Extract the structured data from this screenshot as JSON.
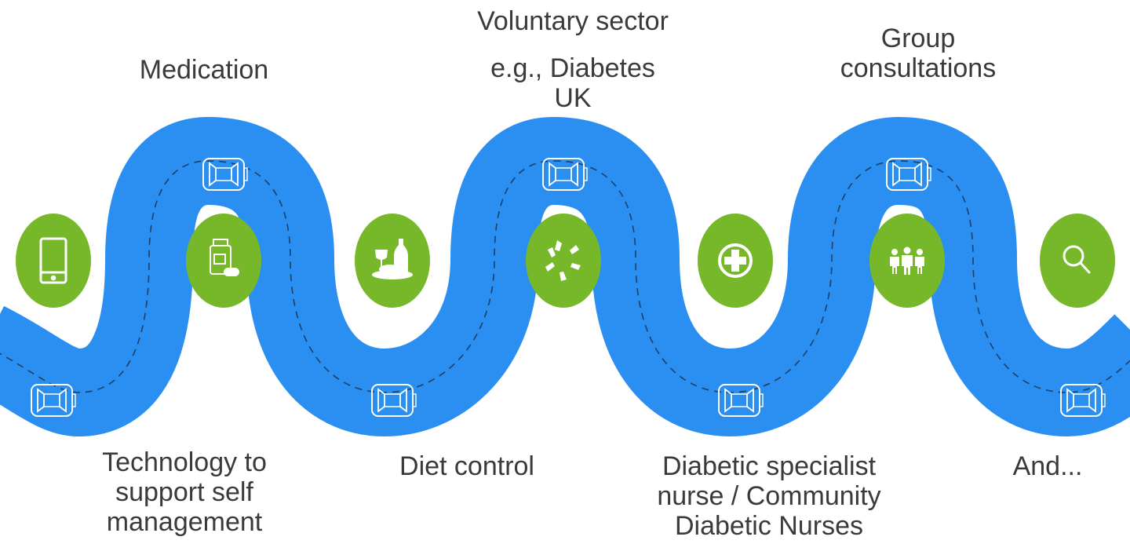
{
  "colors": {
    "road": "#2a8ff1",
    "lane_dash": "#1d3f66",
    "node": "#76b82a",
    "icon": "#ffffff",
    "text": "#3a3a3a",
    "car_outline": "#ffffff"
  },
  "labels": {
    "medication": "Medication",
    "voluntary_title": "Voluntary sector",
    "voluntary_example": "e.g., Diabetes\nUK",
    "group": "Group\nconsultations",
    "technology": "Technology to\nsupport self\nmanagement",
    "diet": "Diet control",
    "nurse": "Diabetic specialist\nnurse / Community\nDiabetic Nurses",
    "and": "And..."
  },
  "nodes": [
    {
      "name": "tablet-icon",
      "topic": "Technology to support self management"
    },
    {
      "name": "pill-bottle-icon",
      "topic": "Medication"
    },
    {
      "name": "food-wine-icon",
      "topic": "Diet control"
    },
    {
      "name": "hands-circle-icon",
      "topic": "Voluntary sector"
    },
    {
      "name": "medical-cross-icon",
      "topic": "Diabetic specialist nurse / Community Diabetic Nurses"
    },
    {
      "name": "people-group-icon",
      "topic": "Group consultations"
    },
    {
      "name": "magnifier-icon",
      "topic": "And..."
    }
  ]
}
